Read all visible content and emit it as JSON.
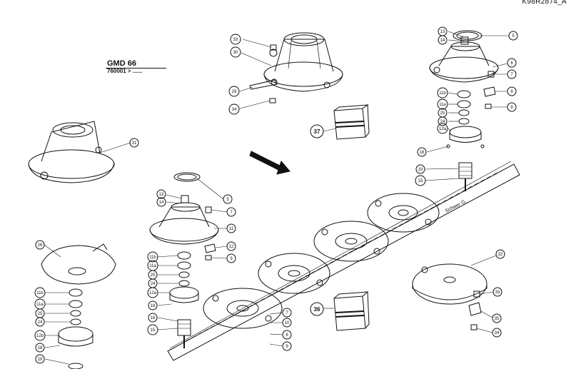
{
  "drawing_code": "K98R2874_A",
  "model": {
    "name": "GMD 66",
    "serial": "760001 > ......"
  },
  "blade_text": "Schwer G.",
  "callouts": {
    "c33a": "33",
    "c30": "30",
    "c29": "29",
    "c34a": "34",
    "c37": "37",
    "c31": "31",
    "c36": "36",
    "tr13": "13",
    "tr14": "14",
    "tr5": "5",
    "tr6": "6",
    "tr7": "7",
    "tr8": "8",
    "tr9": "9",
    "tr11b": "11b",
    "tr11a": "11a",
    "tr25": "25",
    "tr24": "24",
    "tr12a": "12a",
    "tr18": "18",
    "tr19": "19",
    "tr15": "15",
    "mc13": "13",
    "mc14": "14",
    "mc5": "5",
    "mc7": "7",
    "mc11": "11",
    "mc12": "12",
    "mc9": "9",
    "mc11b": "11b",
    "mc11a": "11a",
    "mc25": "25",
    "mc24": "24",
    "mc12a": "12a",
    "mc18": "18",
    "mc16": "16",
    "mc15": "15",
    "d7": "7",
    "d10": "10",
    "d8": "8",
    "d9": "9",
    "bl26": "26",
    "bl11b": "11b",
    "bl11a": "11a",
    "bl25": "25",
    "bl24": "24",
    "bl12b": "12b",
    "bl18": "18",
    "bl19": "19",
    "br32": "32",
    "br33": "33",
    "br35": "35",
    "br34": "34"
  }
}
